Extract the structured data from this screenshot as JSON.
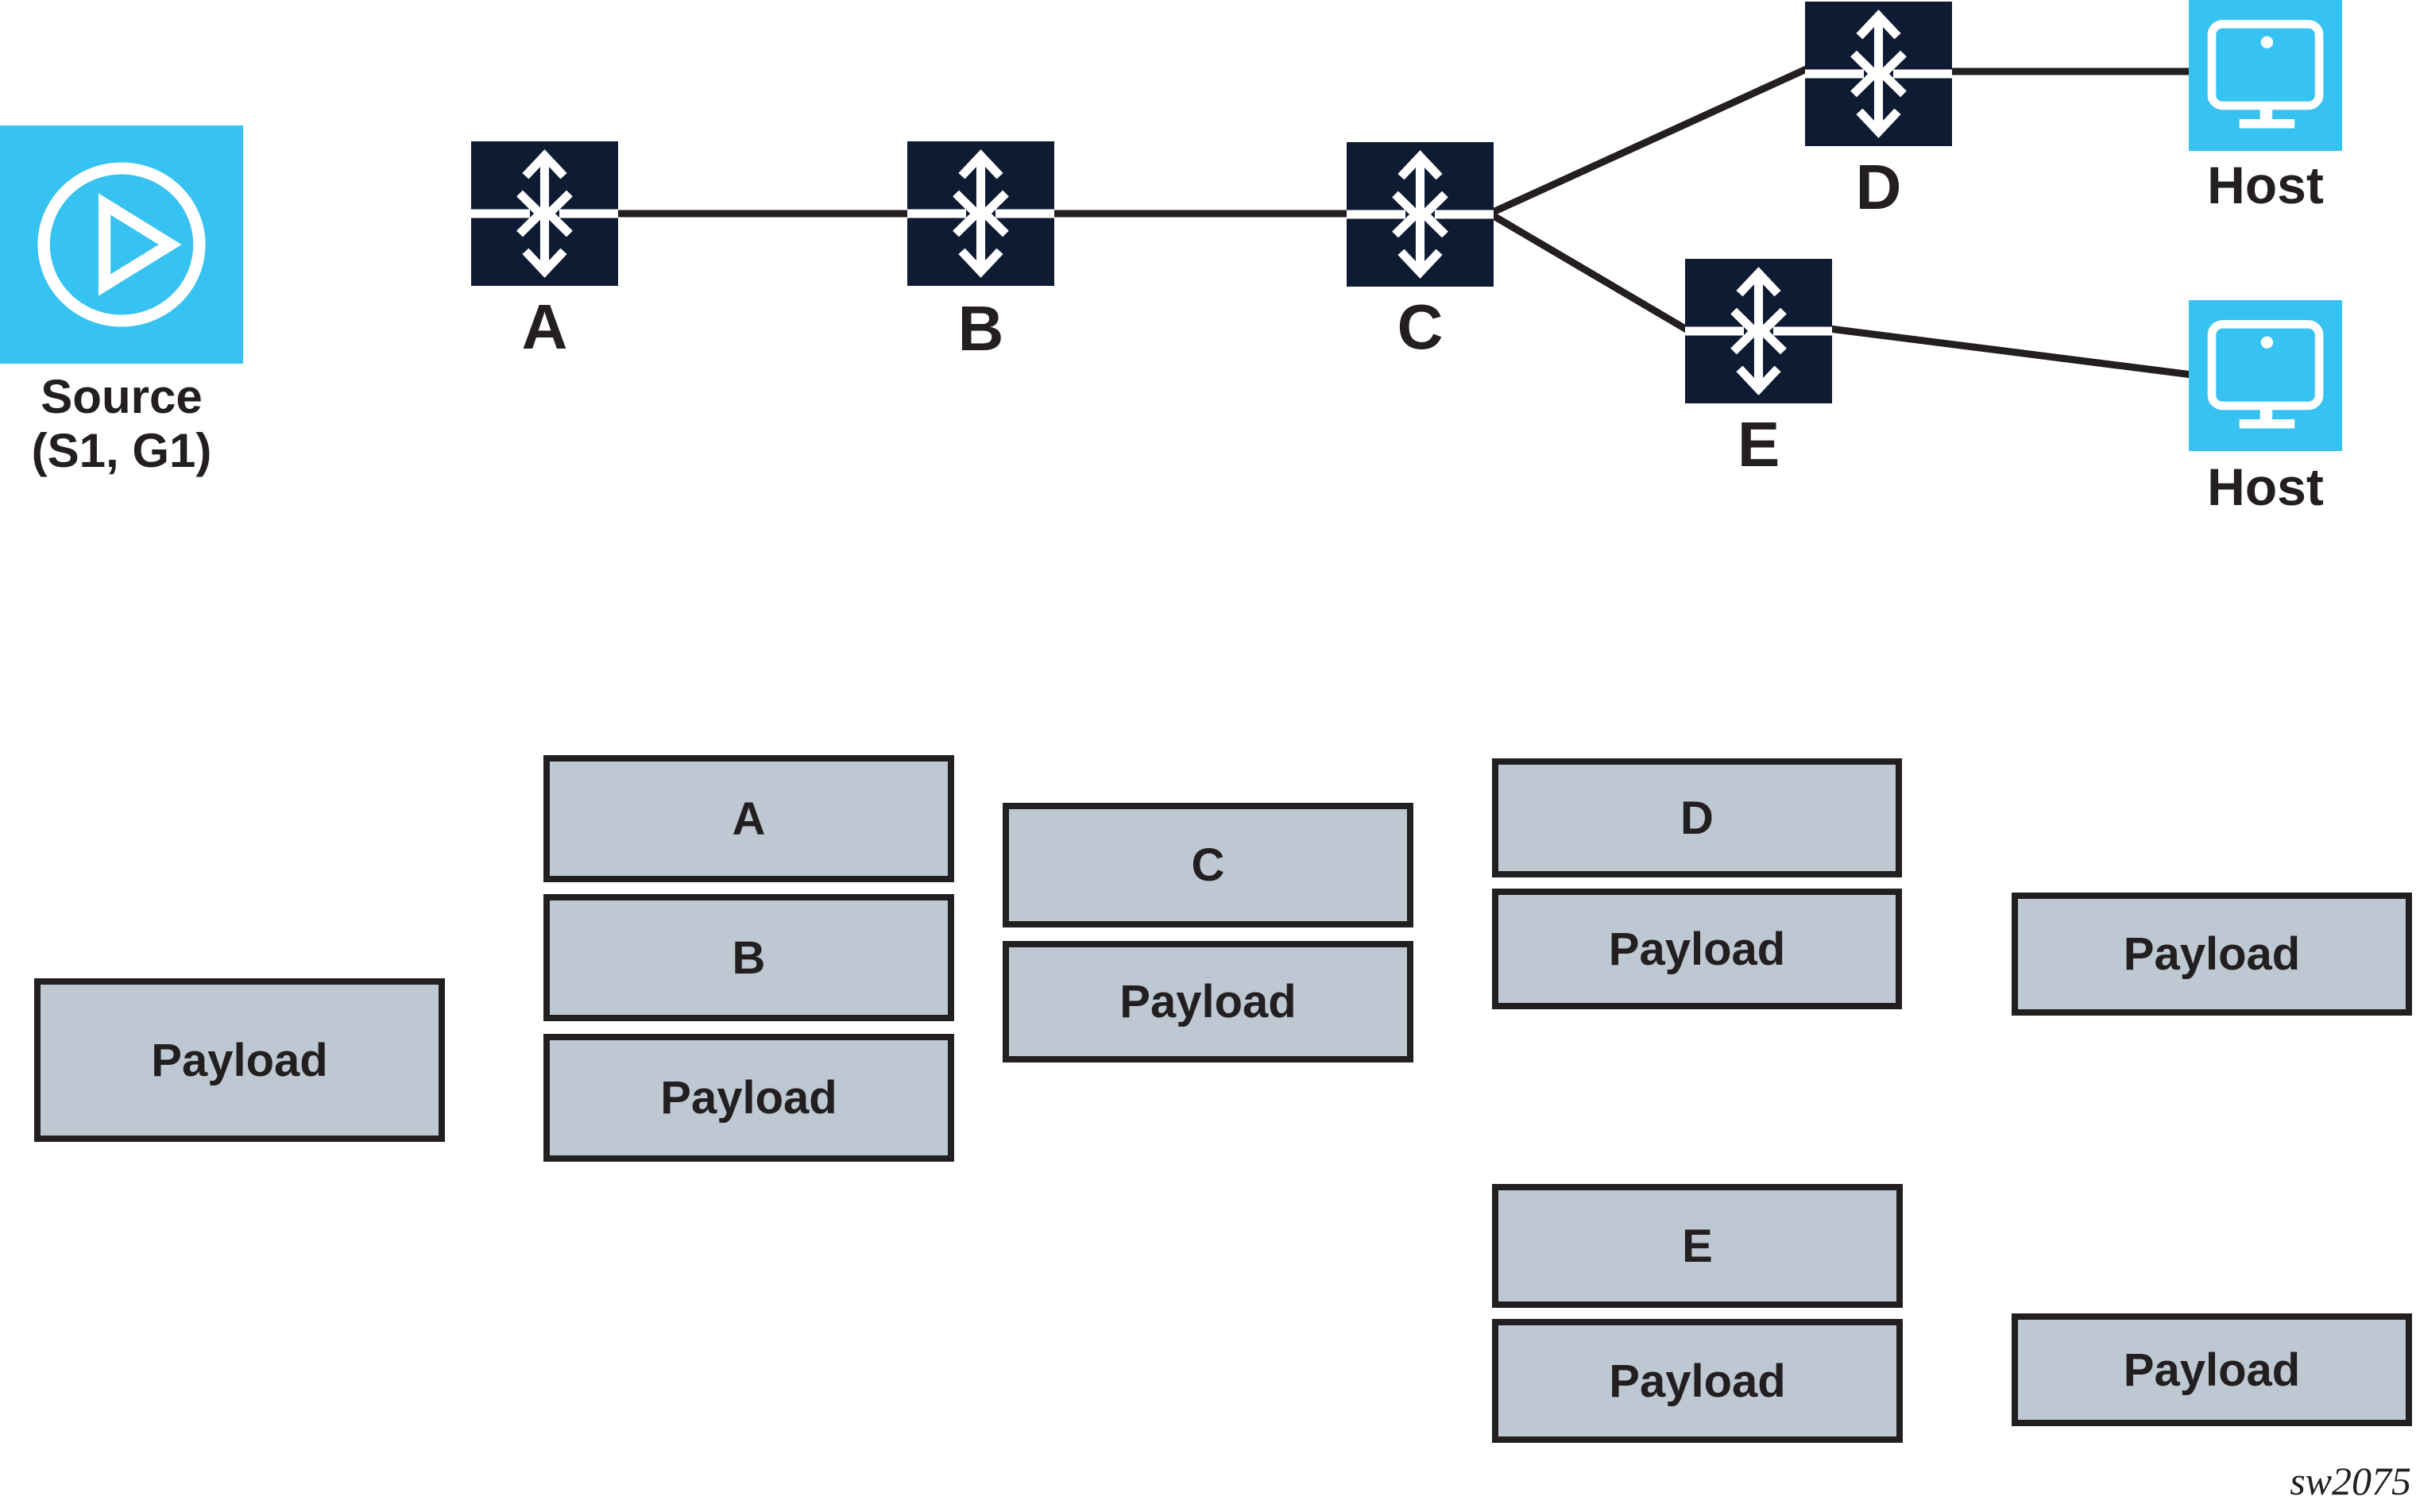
{
  "colors": {
    "cyan": "#36C3F1",
    "navy": "#0E1B33",
    "box_fill": "#BDC8D2",
    "ink": "#231F20"
  },
  "topology": {
    "source": {
      "title": "Source",
      "subtitle": "(S1, G1)"
    },
    "routers": {
      "a": "A",
      "b": "B",
      "c": "C",
      "d": "D",
      "e": "E"
    },
    "hosts": {
      "top": "Host",
      "bottom": "Host"
    }
  },
  "stacks": {
    "source_link": [
      "Payload"
    ],
    "ab_link": [
      "A",
      "B",
      "Payload"
    ],
    "c_link": [
      "C",
      "Payload"
    ],
    "d_link": [
      "D",
      "Payload"
    ],
    "host_top_link": [
      "Payload"
    ],
    "e_link": [
      "E",
      "Payload"
    ],
    "host_bottom_link": [
      "Payload"
    ]
  },
  "watermark": "sw2075"
}
